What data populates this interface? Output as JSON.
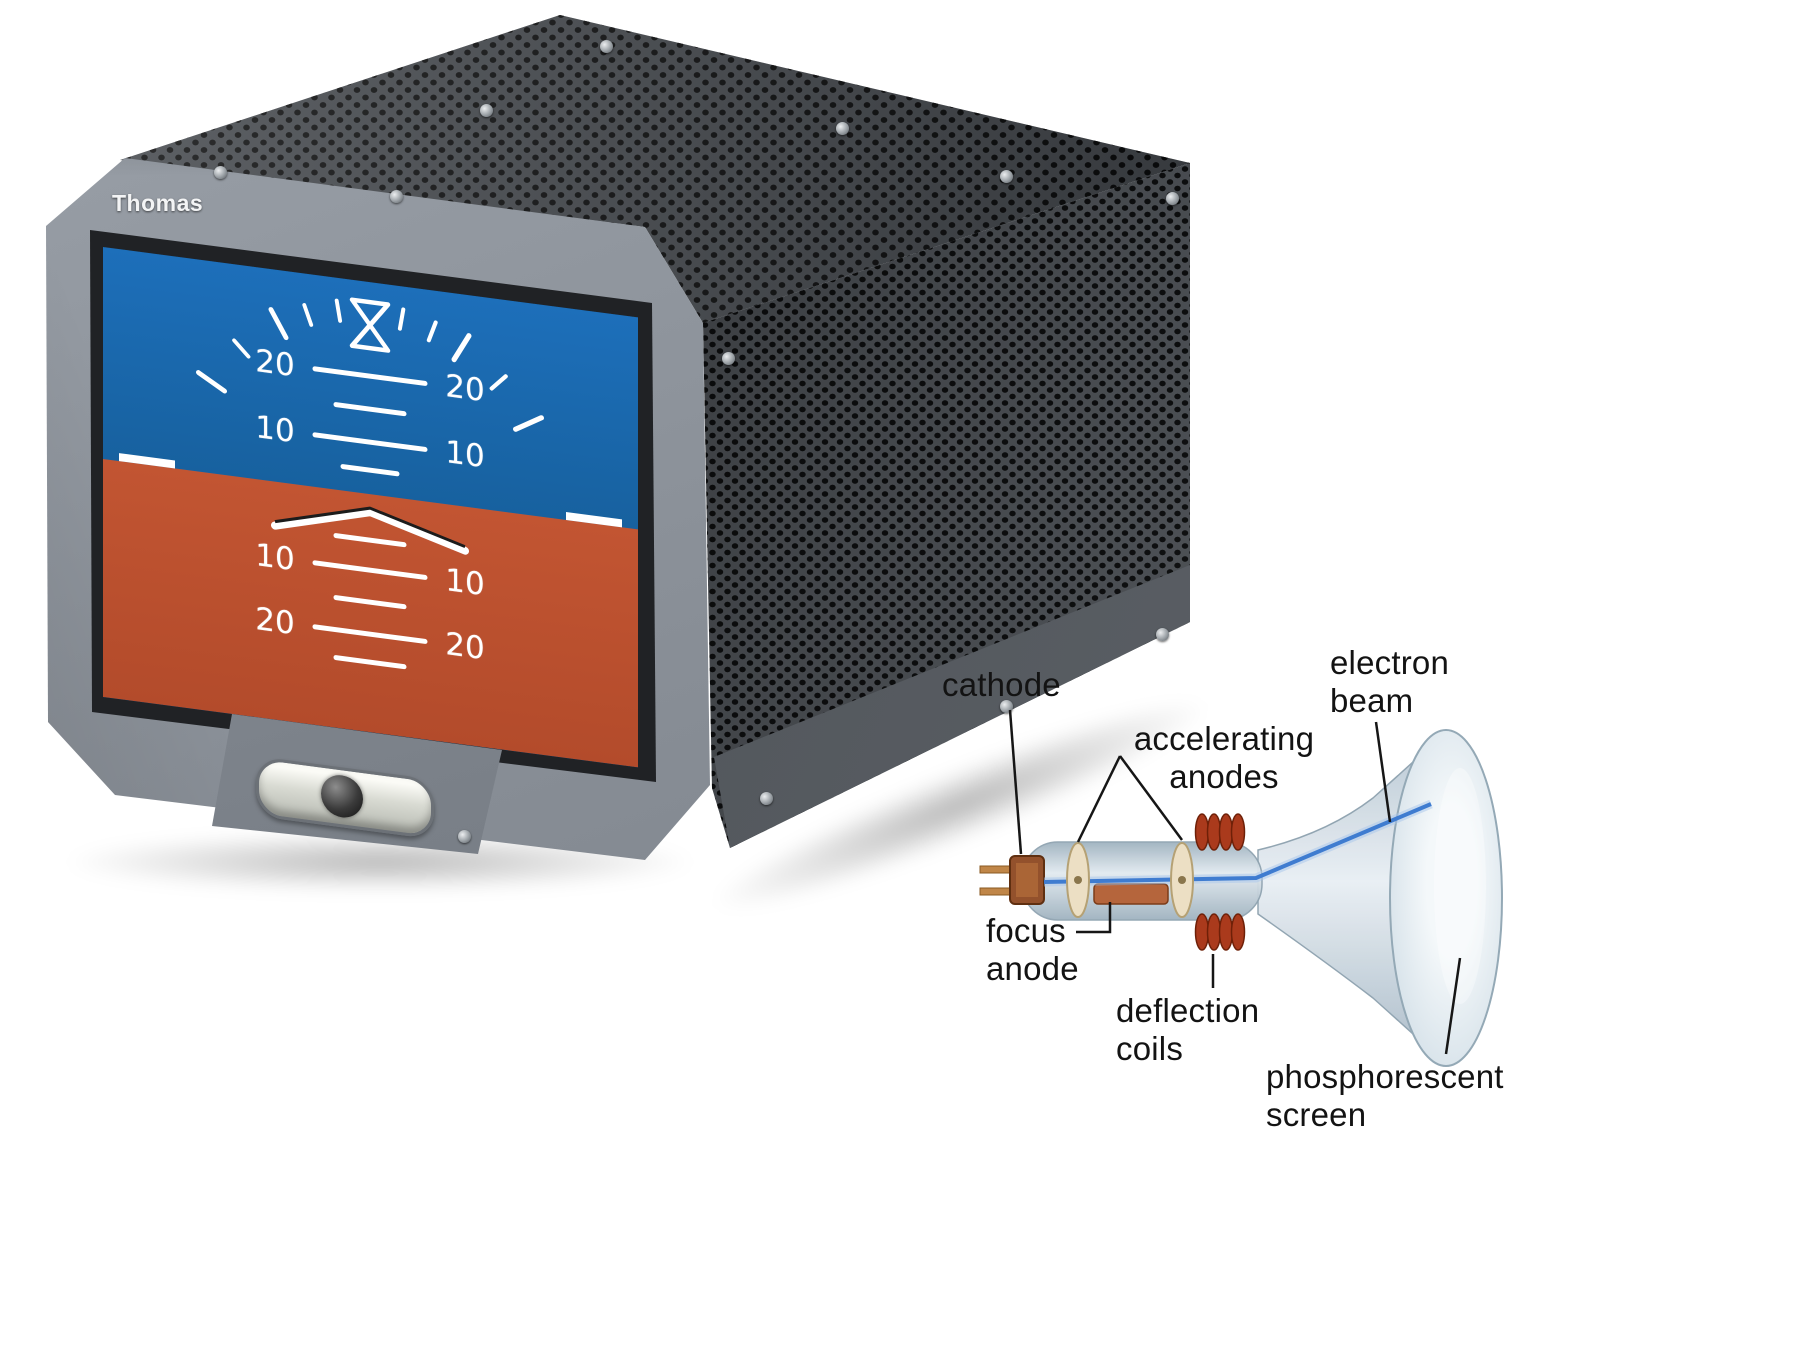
{
  "instrument": {
    "brand": "Thomas",
    "pitch_rows": [
      {
        "left": "20",
        "right": "20"
      },
      {
        "left": "10",
        "right": "10"
      },
      {
        "left": "10",
        "right": "10"
      },
      {
        "left": "20",
        "right": "20"
      }
    ],
    "colors": {
      "sky": "#1a67b1",
      "ground": "#bf5231",
      "bezel": "#8d939b",
      "chassis": "#44484d",
      "markings": "#ffffff"
    }
  },
  "crt": {
    "labels": {
      "cathode": "cathode",
      "accelerating_anodes": "accelerating\nanodes",
      "electron_beam": "electron\nbeam",
      "focus_anode": "focus\nanode",
      "deflection_coils": "deflection\ncoils",
      "phosphorescent_screen": "phosphorescent\nscreen"
    },
    "colors": {
      "beam": "#3f7cd0",
      "coil": "#aa3a1c",
      "glass": "#cdd7df",
      "anode_disc": "#ecdfc4",
      "cathode_plug": "#93512c"
    }
  }
}
